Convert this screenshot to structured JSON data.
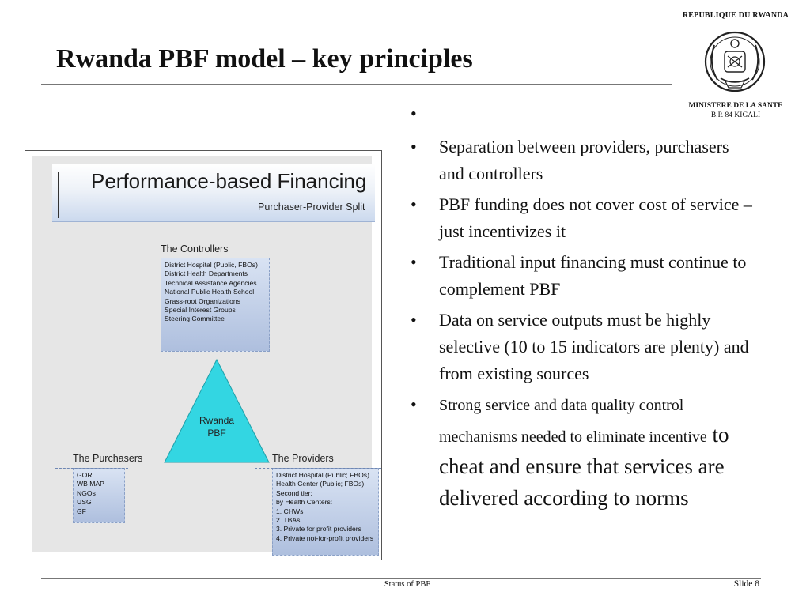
{
  "header": {
    "title": "Rwanda PBF model – key principles",
    "republic": "REPUBLIQUE DU RWANDA",
    "ministry": "MINISTERE DE LA SANTE",
    "address": "B.P.  84 KIGALI"
  },
  "bullets": {
    "empty": "",
    "b1": "Separation between providers, purchasers and controllers",
    "b2": "PBF funding does not cover cost of service – just incentivizes it",
    "b3": "Traditional input financing must continue to complement PBF",
    "b4": "Data on service outputs must be highly selective (10 to 15 indicators are plenty) and from existing sources",
    "b5_small": "Strong service and data quality control mechanisms needed to eliminate incentive",
    "b5_big": " to cheat and ensure that services are delivered according to norms"
  },
  "figure": {
    "title": "Performance-based Financing",
    "subtitle": "Purchaser-Provider Split",
    "controllers": {
      "heading": "The Controllers",
      "items": [
        "District Hospital (Public, FBOs)",
        "District Health Departments",
        "Technical Assistance Agencies",
        "National Public Health School",
        "Grass-root Organizations",
        "Special Interest Groups",
        "Steering Committee"
      ]
    },
    "center": {
      "line1": "Rwanda",
      "line2": "PBF"
    },
    "purchasers": {
      "heading": "The Purchasers",
      "items": [
        "GOR",
        "WB MAP",
        "NGOs",
        "USG",
        "GF"
      ]
    },
    "providers": {
      "heading": "The Providers",
      "items": [
        "District Hospital (Public; FBOs)",
        "Health Center (Public; FBOs)",
        "Second tier:",
        "by Health Centers:",
        "1. CHWs",
        "2. TBAs",
        "3. Private for profit providers",
        "4. Private not-for-profit providers"
      ]
    },
    "colors": {
      "triangle": "#33d6e2",
      "box": "#b8c8e4"
    }
  },
  "footer": {
    "center": "Status of PBF",
    "slide": "Slide 8"
  }
}
